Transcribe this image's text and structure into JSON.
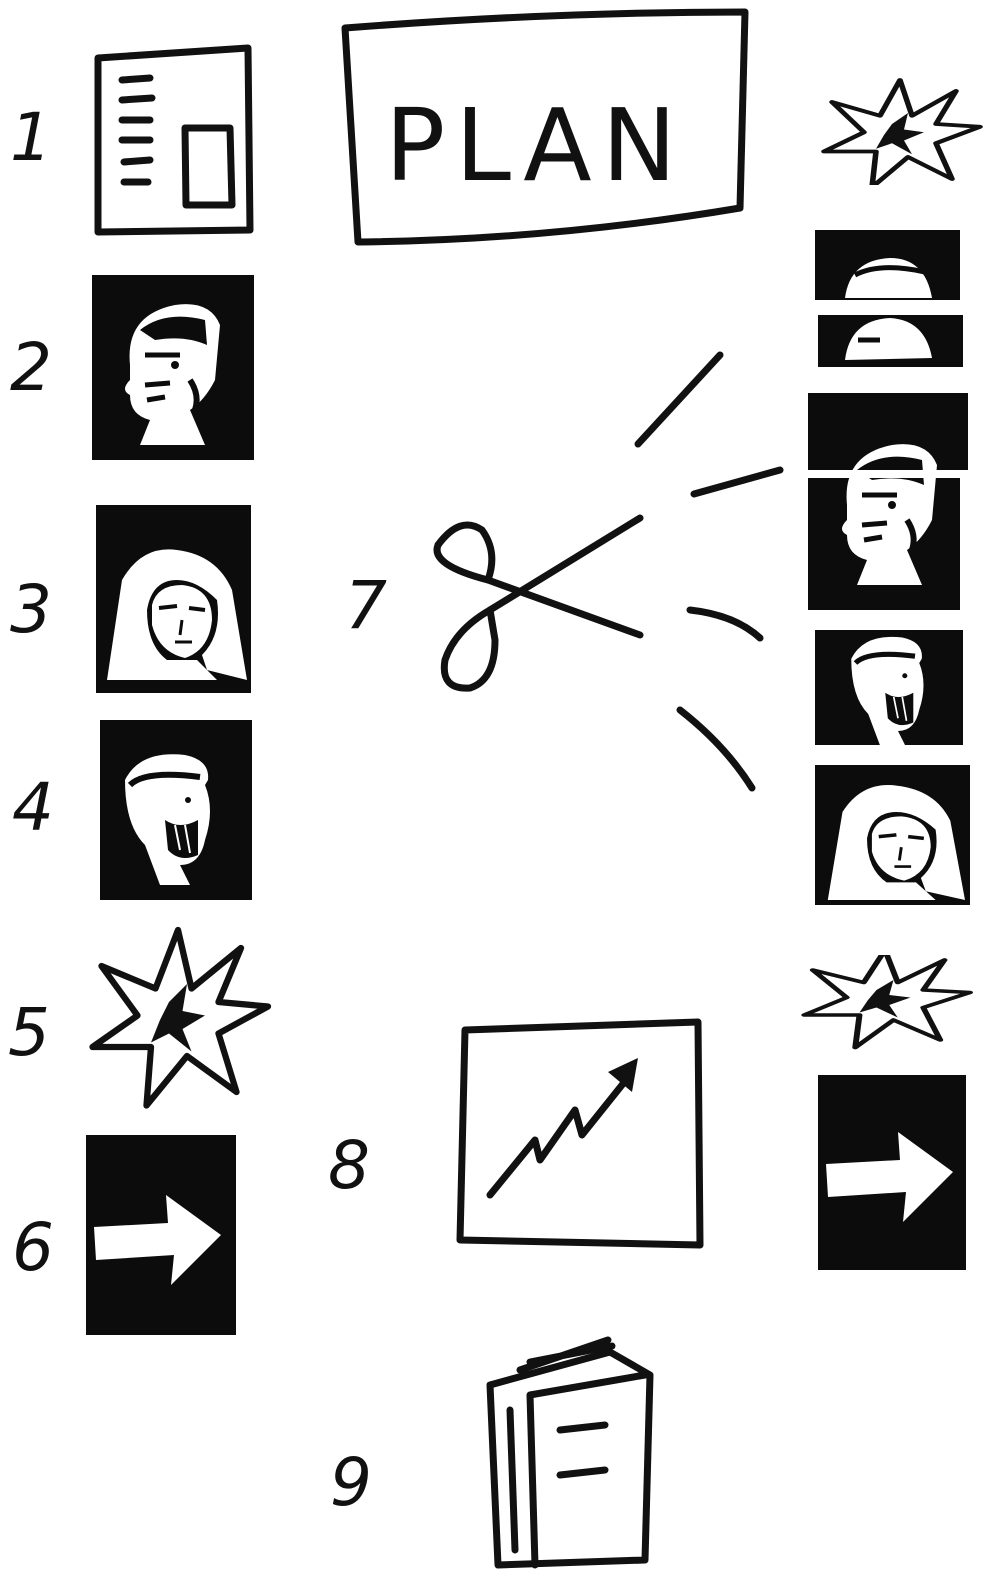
{
  "title": "PLAN",
  "steps": [
    {
      "number": "1",
      "icon": "storyboard-icon"
    },
    {
      "number": "2",
      "icon": "man-portrait-icon"
    },
    {
      "number": "3",
      "icon": "woman-portrait-icon"
    },
    {
      "number": "4",
      "icon": "bearded-man-portrait-icon"
    },
    {
      "number": "5",
      "icon": "explosion-icon"
    },
    {
      "number": "6",
      "icon": "arrow-right-icon"
    },
    {
      "number": "7",
      "icon": "scissors-icon"
    },
    {
      "number": "8",
      "icon": "growth-chart-icon"
    },
    {
      "number": "9",
      "icon": "book-icon"
    }
  ],
  "result_column": [
    "explosion-icon",
    "cut-man-portrait-icon",
    "cut-man-portrait-icon",
    "man-portrait-icon",
    "bearded-man-portrait-icon",
    "woman-portrait-icon",
    "explosion-icon",
    "arrow-right-icon"
  ],
  "colors": {
    "ink": "#111111",
    "paper": "#ffffff"
  }
}
